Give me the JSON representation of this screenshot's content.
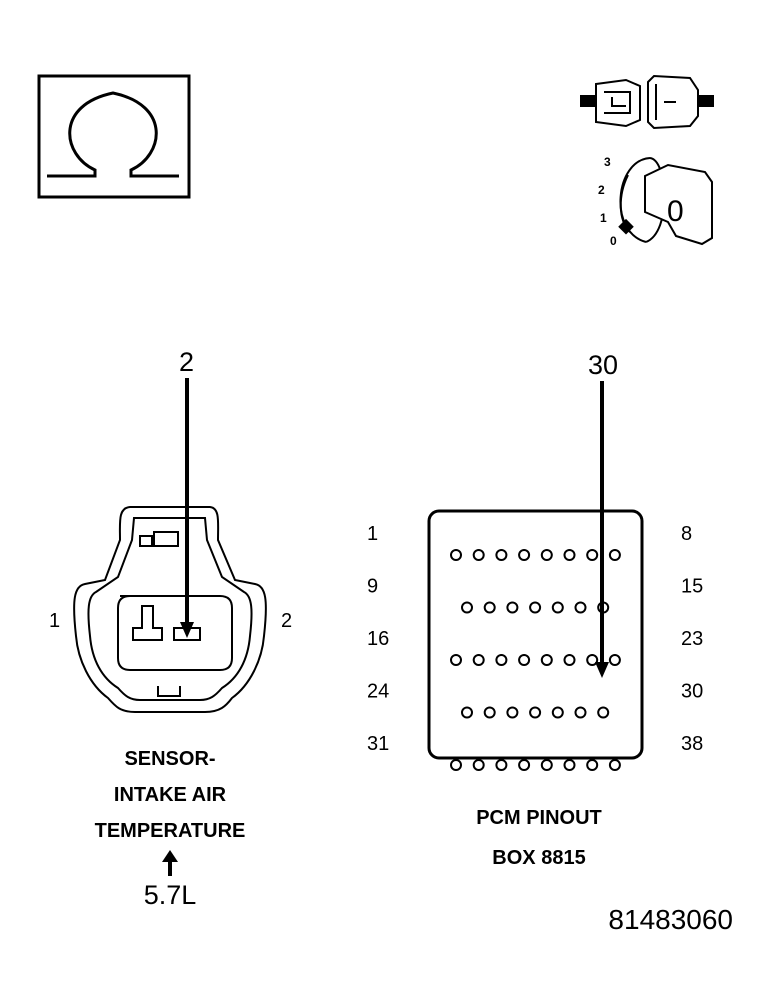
{
  "symbols": {
    "ohmmeter": "ohm-symbol",
    "connector": "connector-disconnected-icon",
    "ignition": "ignition-key-icon",
    "ignition_positions": [
      "3",
      "2",
      "1",
      "0"
    ],
    "ignition_key_label": "0"
  },
  "sensor_connector": {
    "probe_pin": "2",
    "left_pin_label": "1",
    "right_pin_label": "2",
    "caption_line1": "SENSOR-",
    "caption_line2": "INTAKE AIR",
    "caption_line3": "TEMPERATURE",
    "engine": "5.7L"
  },
  "pcm_connector": {
    "probe_pin": "30",
    "rows": [
      {
        "start": "1",
        "end": "8",
        "cavities": 8
      },
      {
        "start": "9",
        "end": "15",
        "cavities": 7
      },
      {
        "start": "16",
        "end": "23",
        "cavities": 8
      },
      {
        "start": "24",
        "end": "30",
        "cavities": 7
      },
      {
        "start": "31",
        "end": "38",
        "cavities": 8
      }
    ],
    "caption_line1": "PCM PINOUT",
    "caption_line2": "BOX 8815"
  },
  "figure_number": "81483060"
}
